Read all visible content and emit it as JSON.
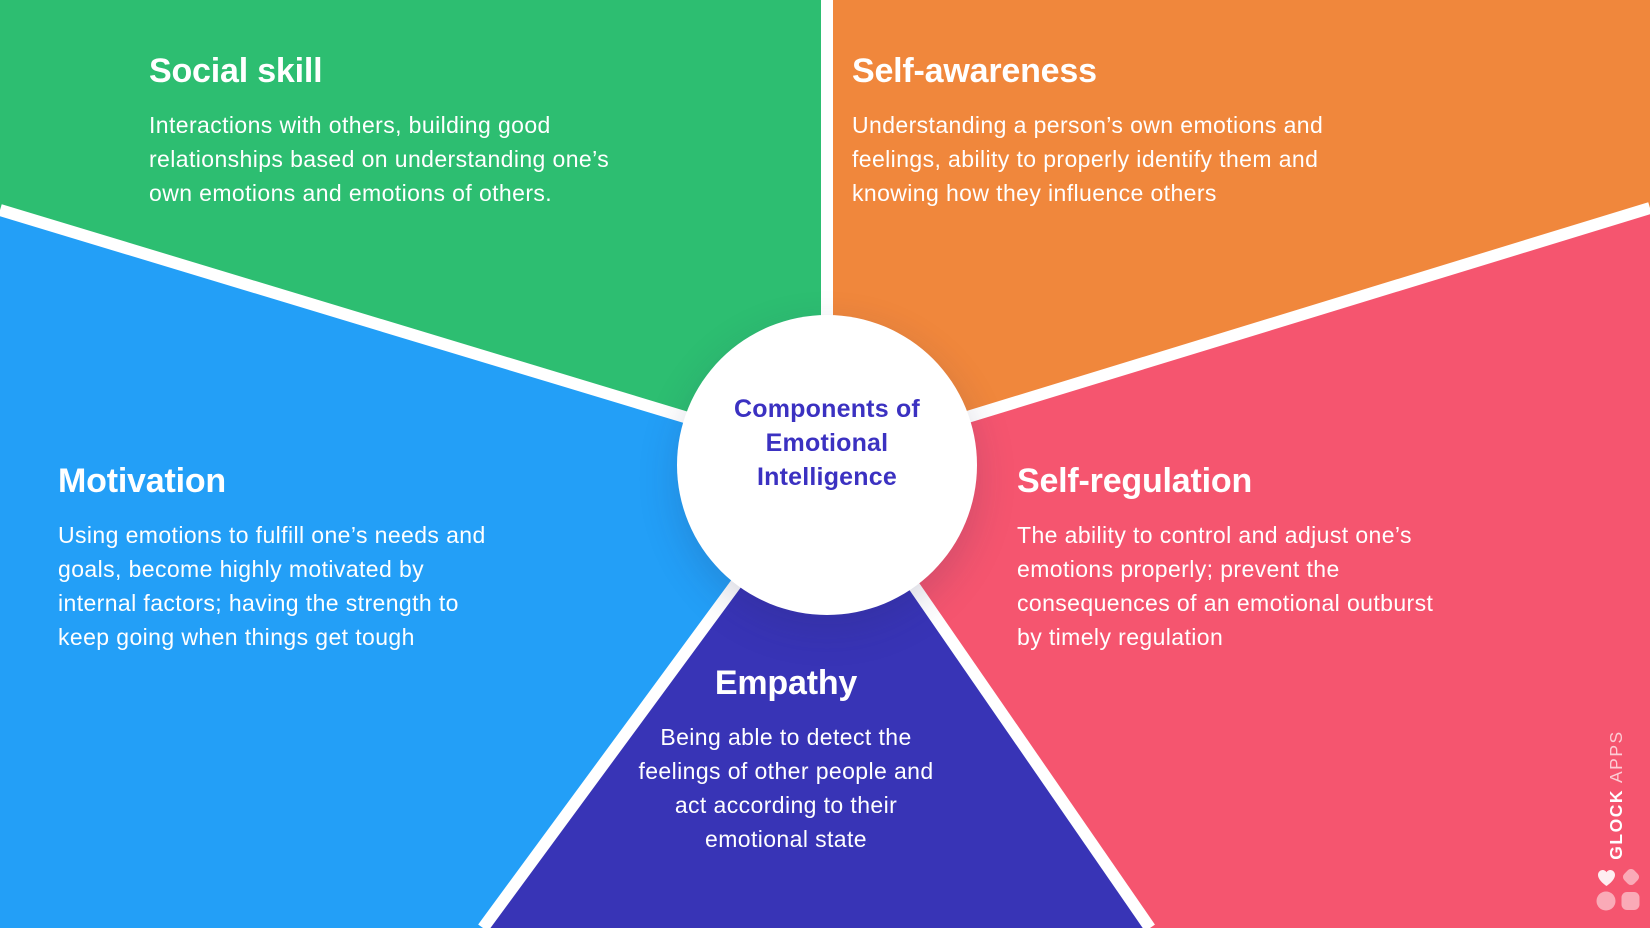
{
  "center": {
    "title": "Components of\nEmotional\nIntelligence",
    "text_color": "#3B31C1",
    "bg_color": "#FFFFFF"
  },
  "dividers": {
    "color": "#FFFFFF"
  },
  "sections": [
    {
      "id": "social-skill",
      "title": "Social skill",
      "description": "Interactions with others, building good\nrelationships based on understanding one’s\nown emotions and emotions of others.",
      "color": "#2DBE71"
    },
    {
      "id": "self-awareness",
      "title": "Self-awareness",
      "description": "Understanding a person’s own emotions and\nfeelings, ability to properly identify them and\nknowing how they influence others",
      "color": "#F0873C"
    },
    {
      "id": "motivation",
      "title": "Motivation",
      "description": "Using emotions to fulfill one’s needs and\ngoals, become highly motivated by\ninternal factors; having the strength to\nkeep going when things get tough",
      "color": "#239FF7"
    },
    {
      "id": "self-regulation",
      "title": "Self-regulation",
      "description": "The ability to control and adjust one’s\nemotions properly; prevent the\nconsequences of an emotional outburst\nby timely regulation",
      "color": "#F5556F"
    },
    {
      "id": "empathy",
      "title": "Empathy",
      "description": "Being able to detect the\nfeelings of other people and\nact according to their\nemotional state",
      "color": "#3834B6"
    }
  ],
  "branding": {
    "name_bold": "GLOCK",
    "name_light": "APPS"
  }
}
